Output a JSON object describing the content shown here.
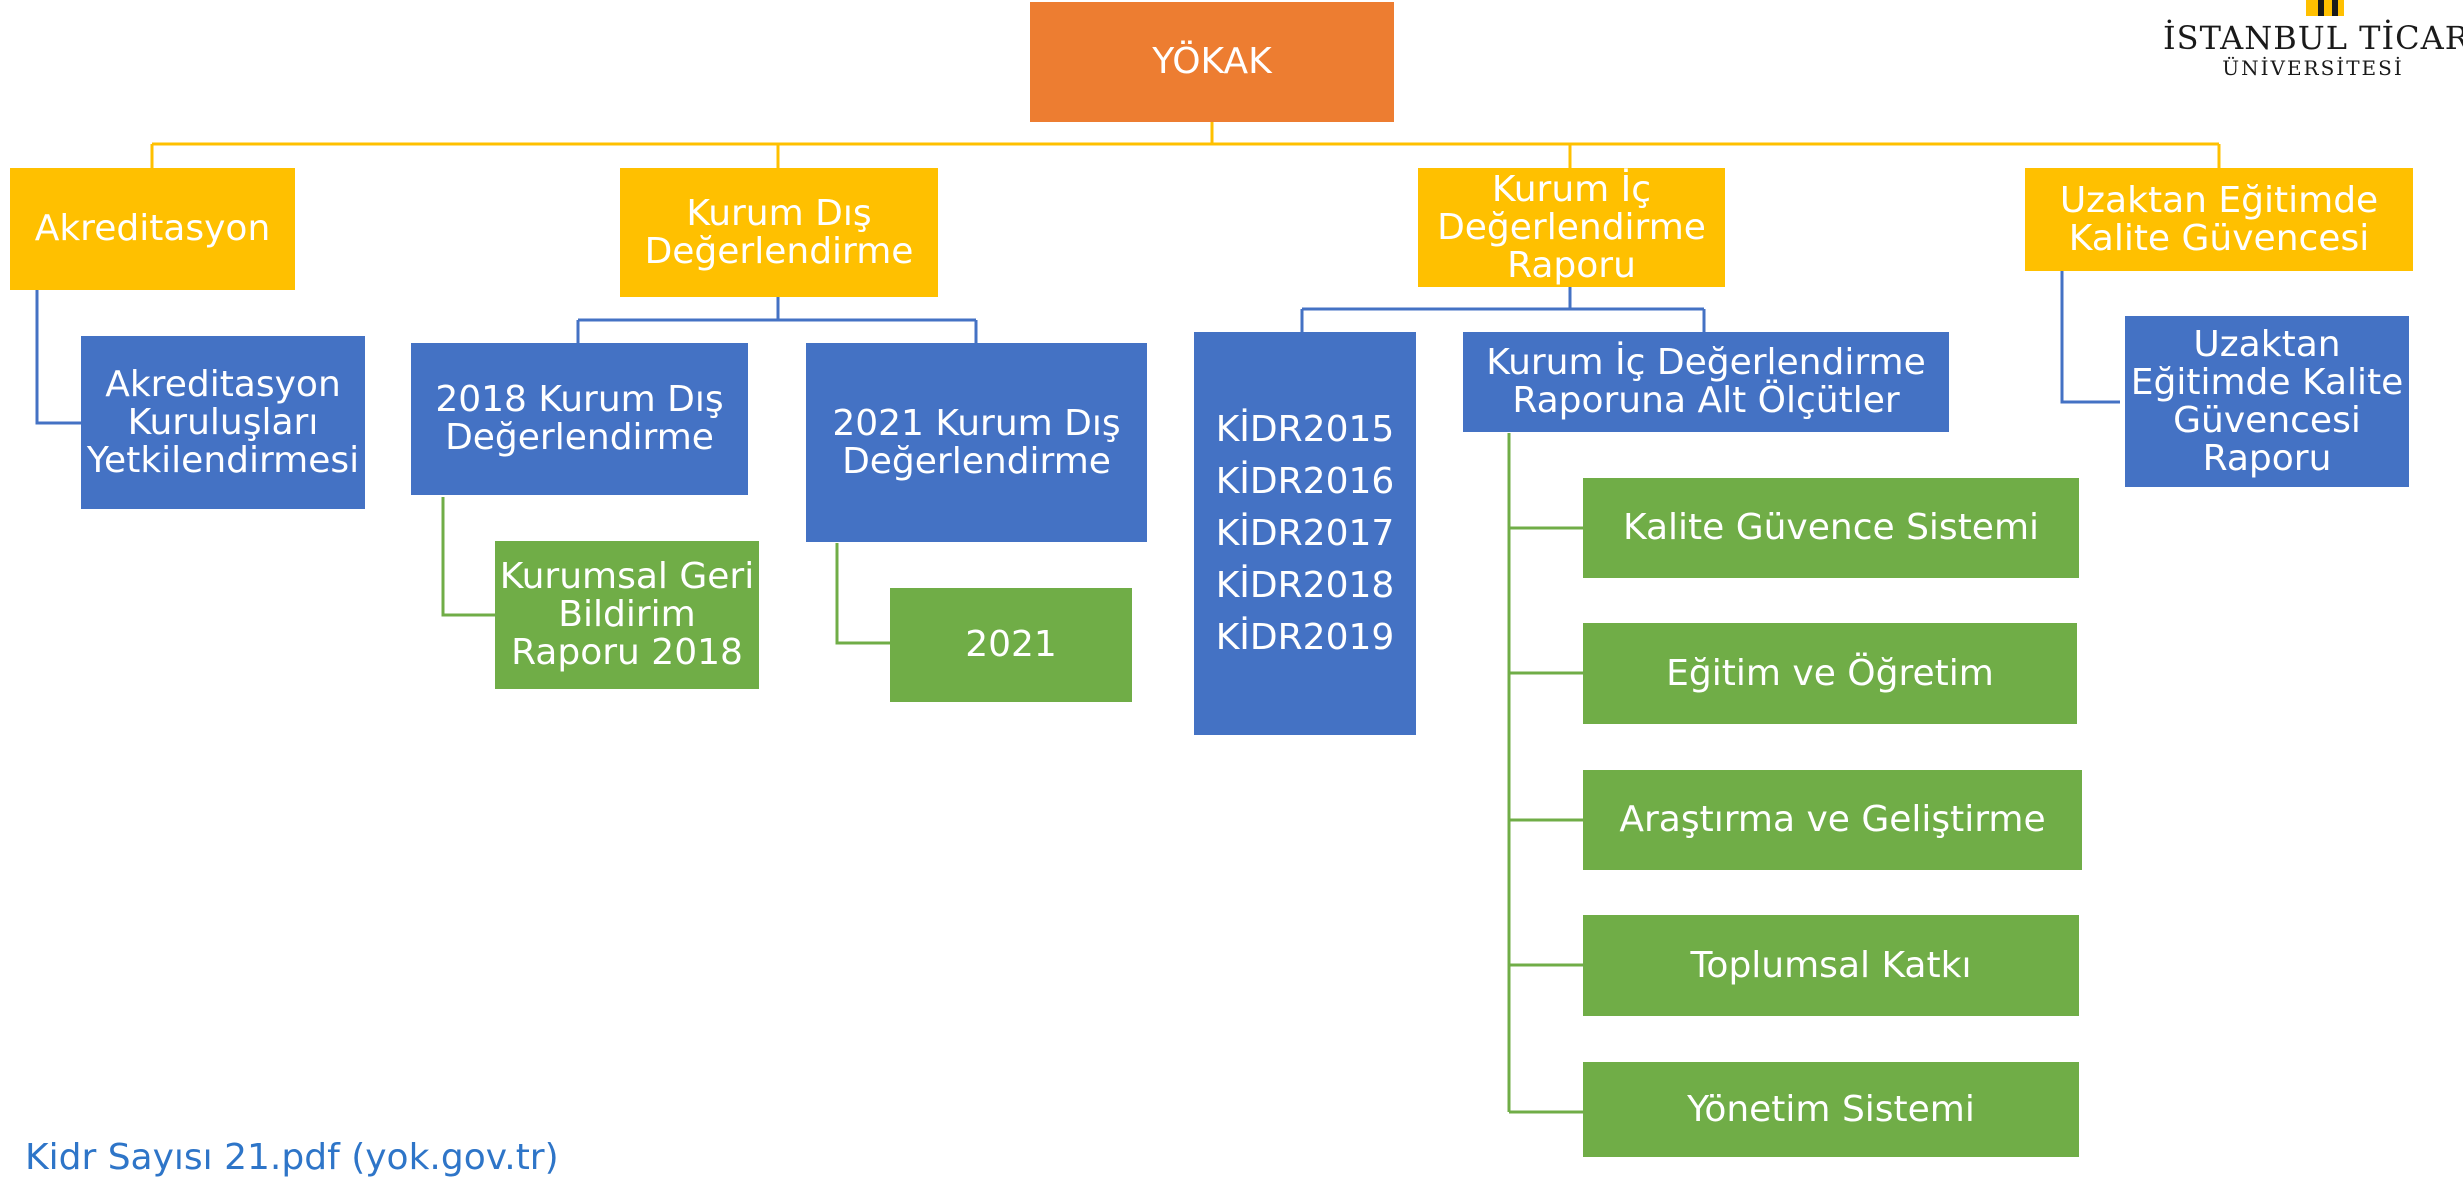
{
  "logo": {
    "name": "İSTANBUL TİCARET",
    "subtitle": "ÜNİVERSİTESİ"
  },
  "nodes": {
    "root": "YÖKAK",
    "akreditasyon": "Akreditasyon",
    "akreditasyon_child": "Akreditasyon\nKuruluşları\nYetkilendirmesi",
    "kurum_dis": "Kurum Dış\nDeğerlendirme",
    "kdd_2018": "2018 Kurum Dış\nDeğerlendirme",
    "kdd_2018_child": "Kurumsal Geri\nBildirim\nRaporu 2018",
    "kdd_2021": "2021 Kurum Dış\nDeğerlendirme",
    "kdd_2021_child": "2021",
    "kurum_ic": "Kurum İç\nDeğerlendirme\nRaporu",
    "kidr_years": [
      "KİDR2015",
      "KİDR2016",
      "KİDR2017",
      "KİDR2018",
      "KİDR2019"
    ],
    "kidr_alt": "Kurum İç Değerlendirme\nRaporuna Alt Ölçütler",
    "alt_items": [
      "Kalite Güvence Sistemi",
      "Eğitim ve Öğretim",
      "Araştırma ve Geliştirme",
      "Toplumsal Katkı",
      "Yönetim Sistemi"
    ],
    "uzaktan": "Uzaktan Eğitimde\nKalite Güvencesi",
    "uzaktan_child": "Uzaktan\nEğitimde Kalite\nGüvencesi\nRaporu"
  },
  "footer": {
    "link_text": "Kidr Sayısı 21.pdf (yok.gov.tr)"
  },
  "colors": {
    "root": "#ED7D31",
    "level1": "#FFC000",
    "level2": "#4472C4",
    "leaf": "#70AD47",
    "link": "#2E75C8"
  }
}
